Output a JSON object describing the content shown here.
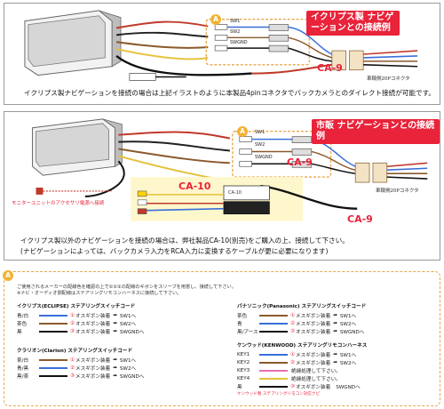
{
  "top": {
    "title": "イクリプス製 ナビゲーションとの接続例",
    "caption": "イクリプス製ナビゲーションを接続の場合は上記イラストのように本製品4pinコネクタでバックカメラとのダイレクト接続が可能です。",
    "adapter": "CA-9",
    "connector_label": "車輌側20Pコネクタ",
    "badge": "A",
    "sw_labels": [
      "SW1",
      "SW2",
      "SWGND"
    ]
  },
  "mid": {
    "title": "市販 ナビゲーションとの接続例",
    "caption1": "イクリプス製以外のナビゲーションを接続の場合は、弊社製品CA-10(別売)をご購入の上、接続して下さい。",
    "caption2": "(ナビゲーションによっては、バックカメラ入力をRCA入力に変換するケーブルが更に必要になります)",
    "adapter": "CA-9",
    "adapter2": "CA-10",
    "connector_label": "車輌側20Pコネクタ",
    "badge": "A",
    "monitor_note": "モニターユニットのアクセサリ電源へ接続",
    "box_label": "CA-10",
    "sw_labels": [
      "SW1",
      "SW2",
      "SWGND"
    ]
  },
  "key": {
    "badge": "A",
    "intro1": "ご使用されるメーカーの配線色を確認の上で①②③の配線のギボシをスリーブを用意し、接続して下さい。",
    "intro2": "※ナビ・オーディオ側配線はステアリングリモコンハーネスに接続して下さい。",
    "boxes": [
      {
        "title": "イクリプス(ECLIPSE) ステアリングスイッチコード",
        "rows": [
          {
            "color": "青/白",
            "wire": "#3a6fd8",
            "num": "①",
            "text": "オスギボン装着",
            "arrow": "➡",
            "dest": "SW1へ"
          },
          {
            "color": "茶色",
            "wire": "#8a5a2b",
            "num": "②",
            "text": "オスギボン装着",
            "arrow": "➡",
            "dest": "SW2へ"
          },
          {
            "color": "黒",
            "wire": "#111111",
            "num": "③",
            "text": "オスギボン装着",
            "arrow": "➡",
            "dest": "SWGNDへ"
          }
        ]
      },
      {
        "title": "パナソニック(Panasonic) ステアリングスイッチコード",
        "rows": [
          {
            "color": "茶色",
            "wire": "#8a5a2b",
            "num": "①",
            "text": "メスギボン装着",
            "arrow": "➡",
            "dest": "SW1へ"
          },
          {
            "color": "青",
            "wire": "#3a6fd8",
            "num": "②",
            "text": "メスギボン装着",
            "arrow": "➡",
            "dest": "SW2へ"
          },
          {
            "color": "黒/アース",
            "wire": "#111111",
            "num": "③",
            "text": "オスギボン装着",
            "arrow": "➡",
            "dest": "SWGNDへ"
          }
        ]
      },
      {
        "title": "クラリオン(Clarion) ステアリングスイッチコード",
        "rows": [
          {
            "color": "茶/白",
            "wire": "#8a5a2b",
            "num": "①",
            "text": "メスギボン装着",
            "arrow": "➡",
            "dest": "SW1へ"
          },
          {
            "color": "青/黒",
            "wire": "#3a6fd8",
            "num": "②",
            "text": "メスギボン装着",
            "arrow": "➡",
            "dest": "SW2へ"
          },
          {
            "color": "黒/茶",
            "wire": "#111111",
            "num": "③",
            "text": "メスギボン装着",
            "arrow": "➡",
            "dest": "SWGNDへ"
          }
        ]
      },
      {
        "title": "ケンウッド(KENWOOD) ステアリングリモコンハーネス",
        "rows": [
          {
            "color": "KEY1",
            "wire": "#3a6fd8",
            "num": "①",
            "text": "メスギボン装着",
            "arrow": "➡",
            "dest": "SW1へ"
          },
          {
            "color": "KEY2",
            "wire": "#8a5a2b",
            "num": "②",
            "text": "メスギボン装着",
            "arrow": "➡",
            "dest": "SW2へ"
          },
          {
            "color": "KEY3",
            "wire": "#e96fb0",
            "num": "",
            "text": "絶縁処理して下さい。",
            "arrow": "",
            "dest": ""
          },
          {
            "color": "KEY4",
            "wire": "#e5c13a",
            "num": "",
            "text": "絶縁処理して下さい。",
            "arrow": "",
            "dest": ""
          },
          {
            "color": "黒",
            "wire": "#111111",
            "num": "③",
            "text": "オスギボン装着",
            "arrow": "",
            "dest": "SWGNDへ"
          }
        ],
        "note": "ケンウッド製 ステアリングリモコン対応ナビ"
      }
    ]
  },
  "colors": {
    "accent": "#e8233a",
    "badge": "#f2b233",
    "dash": "#e8a84a"
  }
}
